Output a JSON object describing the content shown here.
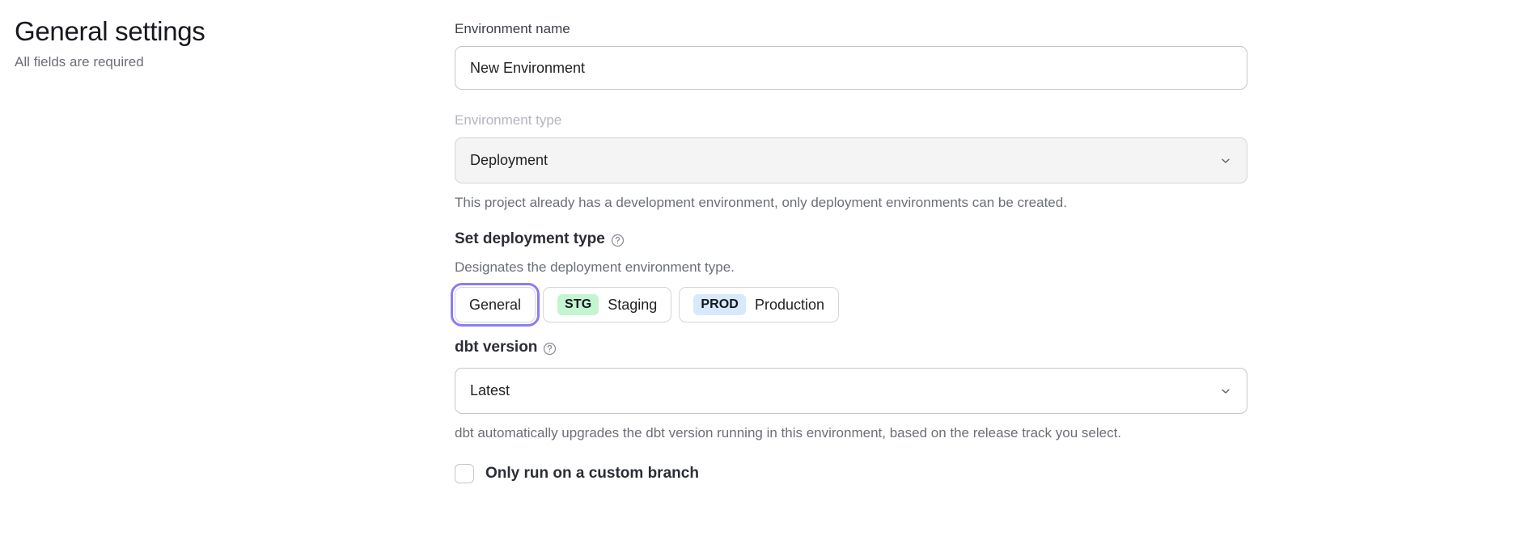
{
  "header": {
    "title": "General settings",
    "subtitle": "All fields are required"
  },
  "form": {
    "environment_name": {
      "label": "Environment name",
      "value": "New Environment",
      "placeholder": "Environment name"
    },
    "environment_type": {
      "label": "Environment type",
      "value": "Deployment",
      "disabled": true,
      "helper": "This project already has a development environment, only deployment environments can be created.",
      "chevron_icon": "chevron-down-icon"
    },
    "deployment_type": {
      "heading": "Set deployment type",
      "help_icon": "help-circle-icon",
      "description": "Designates the deployment environment type.",
      "options": [
        {
          "label": "General",
          "badge": null,
          "badge_color": null,
          "selected": true
        },
        {
          "label": "Staging",
          "badge": "STG",
          "badge_color": "#c3f5d0",
          "selected": false
        },
        {
          "label": "Production",
          "badge": "PROD",
          "badge_color": "#d8e8fd",
          "selected": false
        }
      ]
    },
    "dbt_version": {
      "label": "dbt version",
      "help_icon": "help-circle-icon",
      "value": "Latest",
      "helper": "dbt automatically upgrades the dbt version running in this environment, based on the release track you select.",
      "chevron_icon": "chevron-down-icon"
    },
    "custom_branch": {
      "label": "Only run on a custom branch",
      "checked": false
    }
  },
  "colors": {
    "focus_ring": "#8b7cf6",
    "staging_badge": "#c3f5d0",
    "production_badge": "#d8e8fd",
    "disabled_field_bg": "#f4f4f5"
  }
}
